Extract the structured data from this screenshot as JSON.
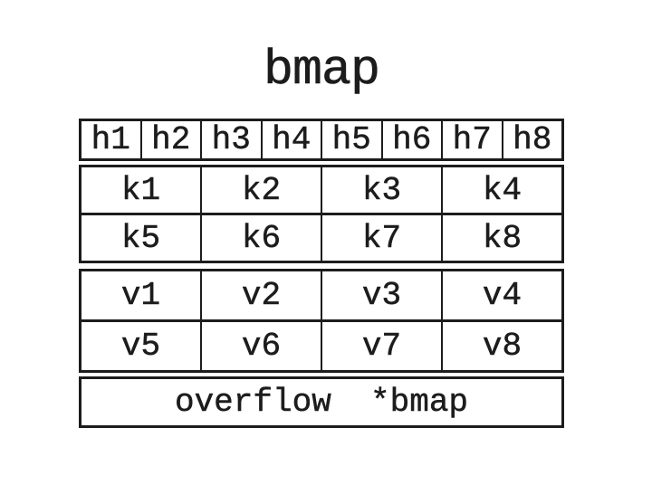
{
  "title": "bmap",
  "table": {
    "tophash": [
      "h1",
      "h2",
      "h3",
      "h4",
      "h5",
      "h6",
      "h7",
      "h8"
    ],
    "keys": [
      [
        "k1",
        "k2",
        "k3",
        "k4"
      ],
      [
        "k5",
        "k6",
        "k7",
        "k8"
      ]
    ],
    "values": [
      [
        "v1",
        "v2",
        "v3",
        "v4"
      ],
      [
        "v5",
        "v6",
        "v7",
        "v8"
      ]
    ],
    "overflow": "overflow  *bmap"
  },
  "colors": {
    "background": "#ffffff",
    "border": "#1c1c1c",
    "text": "#1c1c1c"
  }
}
